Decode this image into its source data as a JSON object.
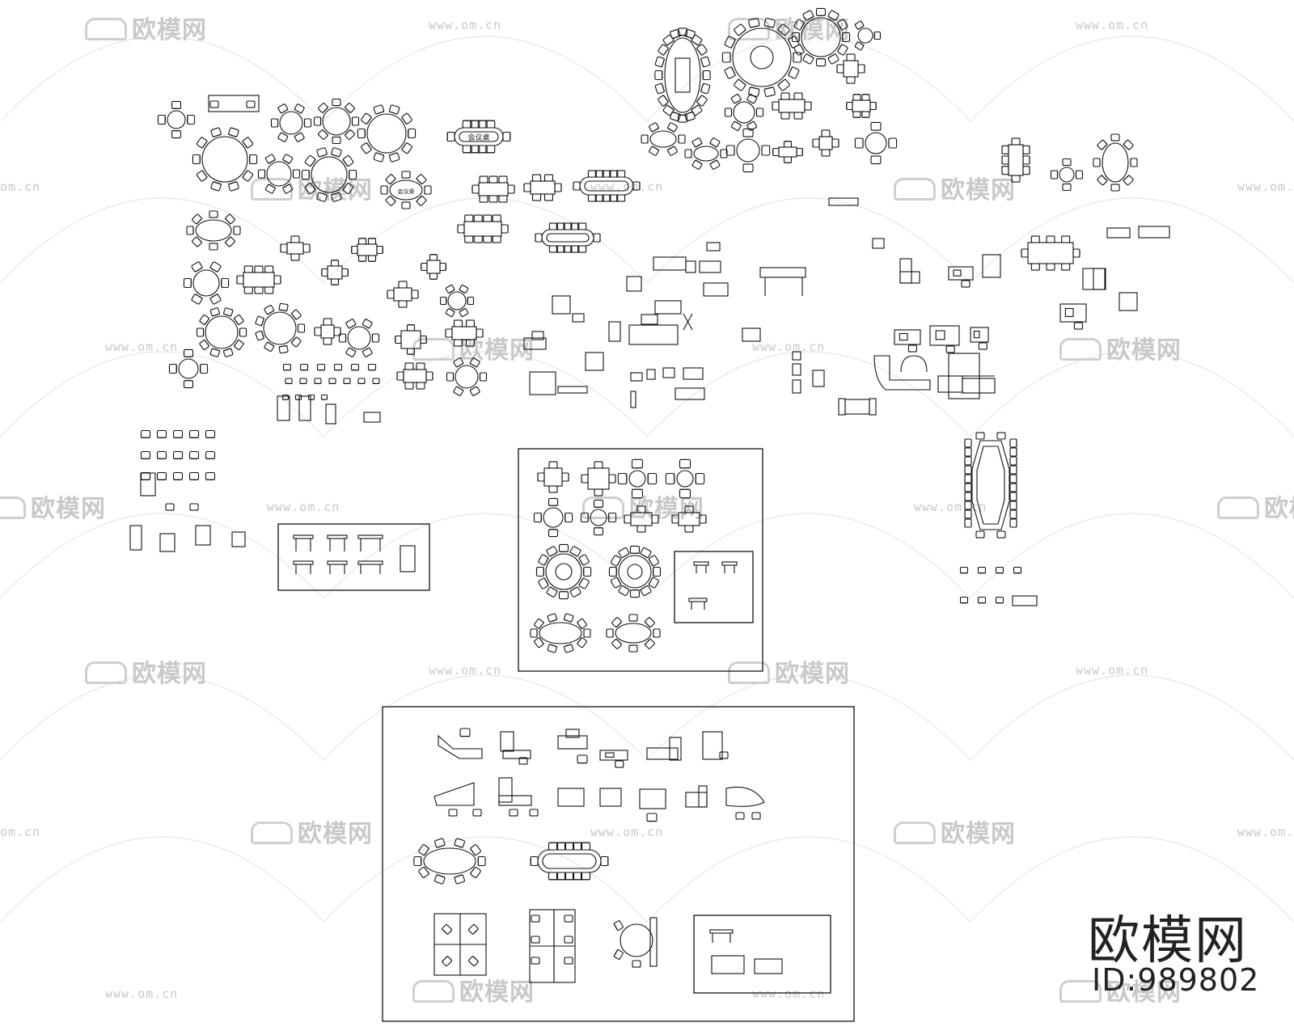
{
  "watermark": {
    "logo_text": "欧模网",
    "url_text": "www.om.cn",
    "url_short": "om.cn"
  },
  "brand": {
    "name": "欧模网",
    "id_text": "ID:989802"
  },
  "labels": {
    "table_text": "会议桌"
  },
  "colors": {
    "line": "#111111",
    "watermark": "#c9c9c9",
    "background": "#ffffff"
  }
}
